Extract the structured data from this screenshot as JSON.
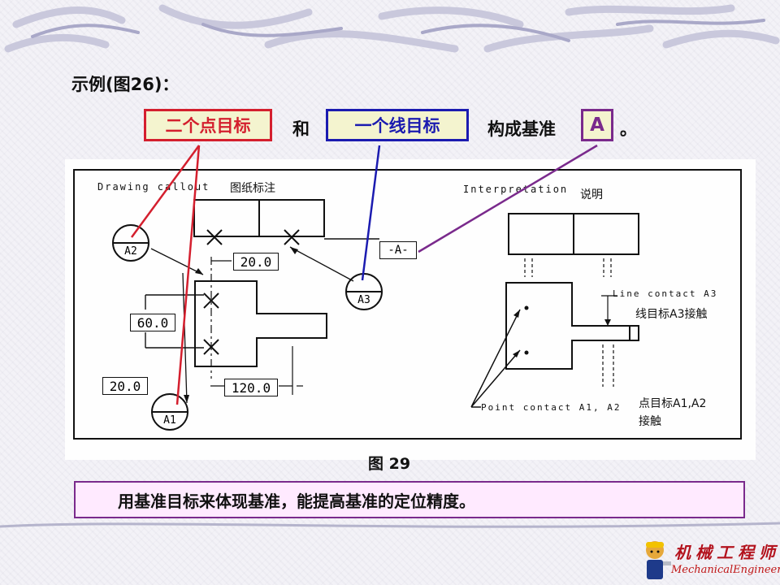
{
  "slide": {
    "heading": "示例(图26)：",
    "sentence": {
      "box1": "二个点目标",
      "word_and": "和",
      "box2": "一个线目标",
      "word_form": "构成基准",
      "box3": "A",
      "period": "。"
    },
    "colors": {
      "red": "#d41f2e",
      "blue": "#1b1bb0",
      "purple": "#7a2a8c"
    }
  },
  "drawing": {
    "callout_en": "Drawing callout",
    "callout_cn": "图纸标注",
    "interp_en": "Interpretation",
    "interp_cn": "说明",
    "dims": {
      "d1": "20.0",
      "d2": "60.0",
      "d3": "20.0",
      "d4": "120.0"
    },
    "datum_label": "-A-",
    "targets": {
      "a1": "A1",
      "a2": "A2",
      "a3": "A3"
    },
    "line_contact_en": "Line contact A3",
    "line_contact_cn": "线目标A3接触",
    "point_contact_en": "Point contact A1, A2",
    "point_contact_cn_1": "点目标A1,A2",
    "point_contact_cn_2": "接触"
  },
  "caption": "图 29",
  "conclusion": "用基准目标来体现基准，能提高基准的定位精度。",
  "logo": {
    "cn": "机械工程师",
    "en": "MechanicalEngineers"
  }
}
